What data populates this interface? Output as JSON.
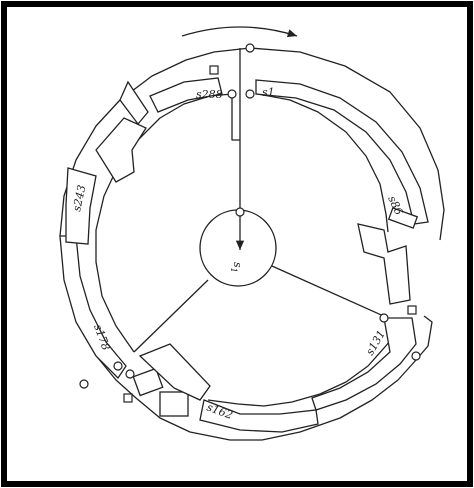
{
  "diagram": {
    "center_label": "s",
    "center_label_sub": "1",
    "segments": [
      {
        "label": "s1"
      },
      {
        "label": "s86"
      },
      {
        "label": "s131"
      },
      {
        "label": "s162"
      },
      {
        "label": "s178"
      },
      {
        "label": "s243"
      },
      {
        "label": "s288"
      }
    ],
    "rotation_arrow": "clockwise",
    "colors": {
      "line": "#222222",
      "frame": "#000000",
      "background": "#ffffff"
    }
  }
}
